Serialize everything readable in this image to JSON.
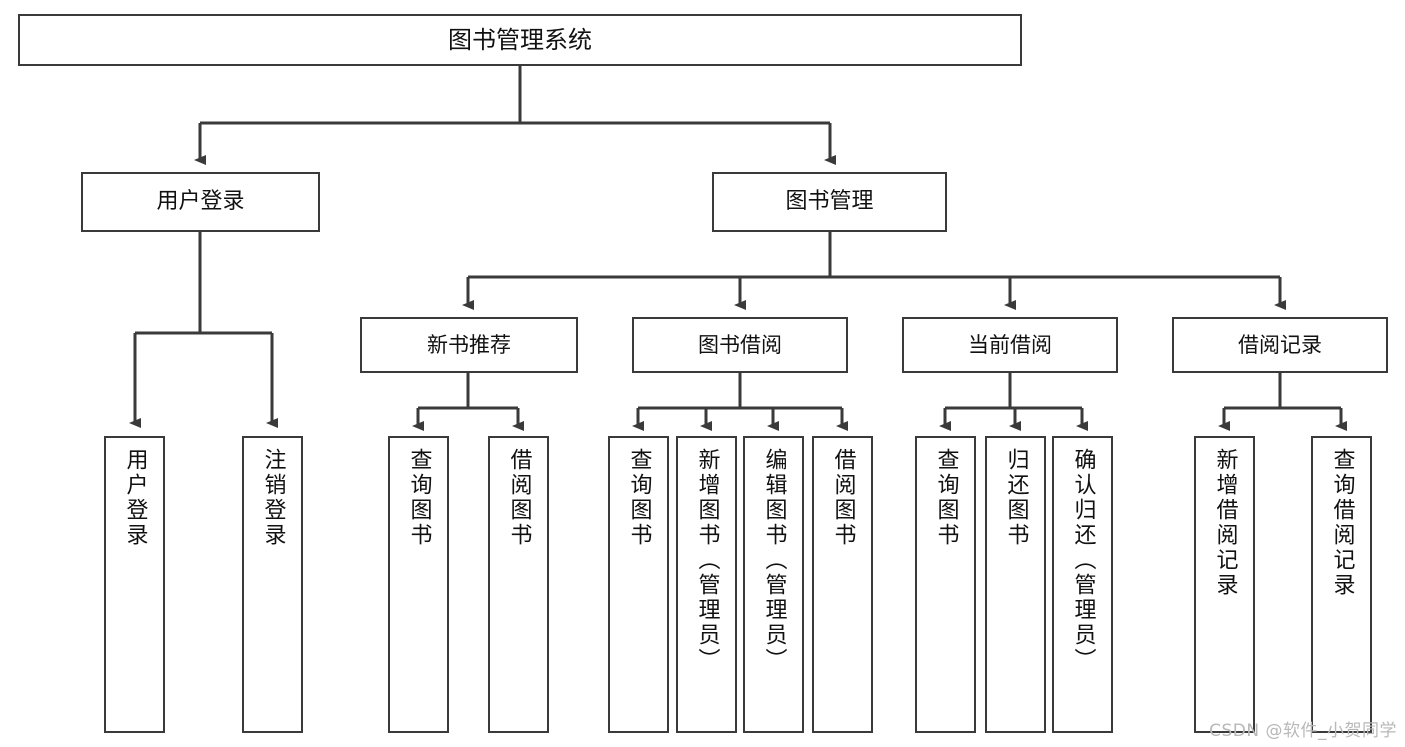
{
  "diagram": {
    "type": "tree-hierarchy-chart",
    "title": "图书管理系统",
    "colors": {
      "stroke": "#3a3a3a",
      "fill": "#ffffff",
      "text": "#111111",
      "watermark": "#b8b8b8"
    },
    "nodes": {
      "root": {
        "label": "图书管理系统"
      },
      "level2": [
        {
          "id": "user-login",
          "label": "用户登录"
        },
        {
          "id": "book-manage",
          "label": "图书管理"
        }
      ],
      "level3": [
        {
          "id": "new-book-rec",
          "label": "新书推荐"
        },
        {
          "id": "book-borrow",
          "label": "图书借阅"
        },
        {
          "id": "current-borrow",
          "label": "当前借阅"
        },
        {
          "id": "borrow-record",
          "label": "借阅记录"
        }
      ],
      "leaves": {
        "user_login": [
          {
            "id": "leaf-user-login",
            "label": "用户登录"
          },
          {
            "id": "leaf-user-logout",
            "label": "注销登录"
          }
        ],
        "new_book_rec": [
          {
            "id": "leaf-query-book-1",
            "label": "查询图书"
          },
          {
            "id": "leaf-borrow-book-1",
            "label": "借阅图书"
          }
        ],
        "book_borrow": [
          {
            "id": "leaf-query-book-2",
            "label": "查询图书"
          },
          {
            "id": "leaf-add-book",
            "label": "新增图书（管理员）"
          },
          {
            "id": "leaf-edit-book",
            "label": "编辑图书（管理员）"
          },
          {
            "id": "leaf-borrow-book-2",
            "label": "借阅图书"
          }
        ],
        "current_borrow": [
          {
            "id": "leaf-query-book-3",
            "label": "查询图书"
          },
          {
            "id": "leaf-return-book",
            "label": "归还图书"
          },
          {
            "id": "leaf-confirm-return",
            "label": "确认归还（管理员）"
          }
        ],
        "borrow_record": [
          {
            "id": "leaf-add-record",
            "label": "新增借阅记录"
          },
          {
            "id": "leaf-query-record",
            "label": "查询借阅记录"
          }
        ]
      }
    },
    "watermark": "CSDN @软件_小贺同学"
  }
}
